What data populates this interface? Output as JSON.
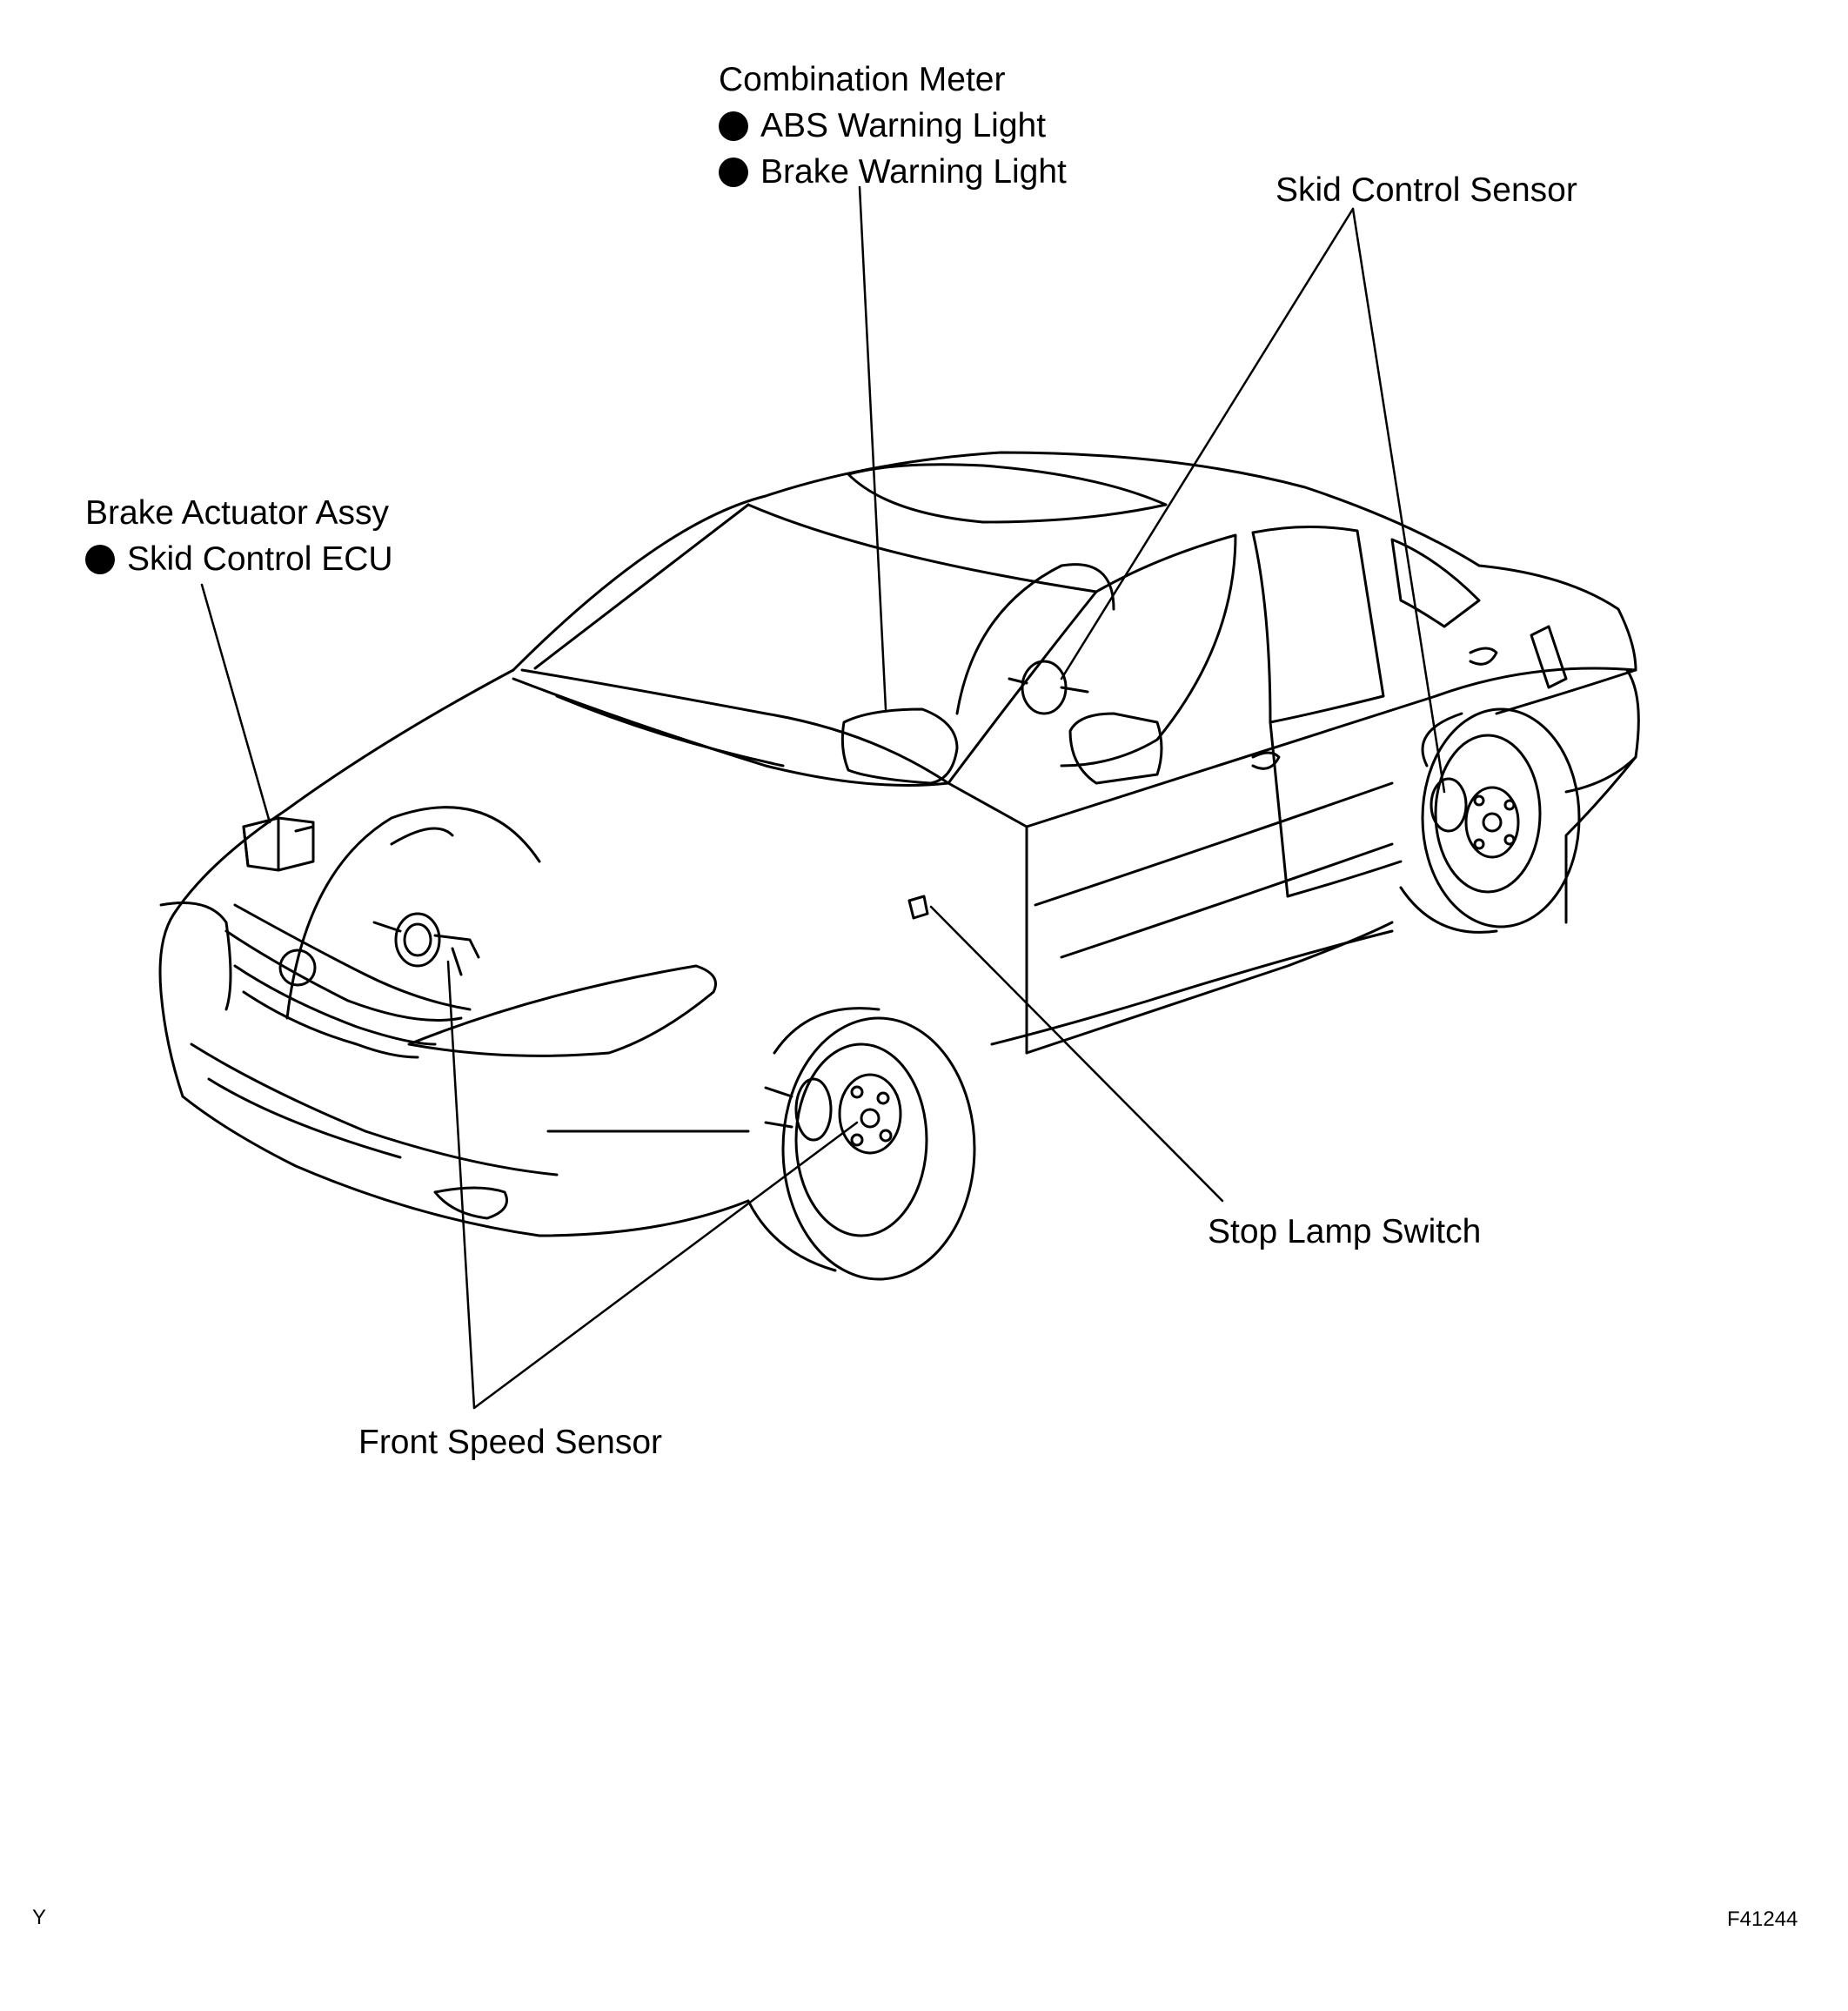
{
  "labels": {
    "combination_meter": {
      "title": "Combination Meter",
      "items": [
        "ABS Warning Light",
        "Brake Warning Light"
      ]
    },
    "skid_control_sensor": "Skid Control Sensor",
    "brake_actuator": {
      "title": "Brake Actuator Assy",
      "items": [
        "Skid Control ECU"
      ]
    },
    "stop_lamp_switch": "Stop Lamp Switch",
    "front_speed_sensor": "Front Speed Sensor"
  },
  "footer": {
    "left_code": "Y",
    "figure_id": "F41244"
  },
  "colors": {
    "line": "#000000",
    "background": "#ffffff"
  }
}
